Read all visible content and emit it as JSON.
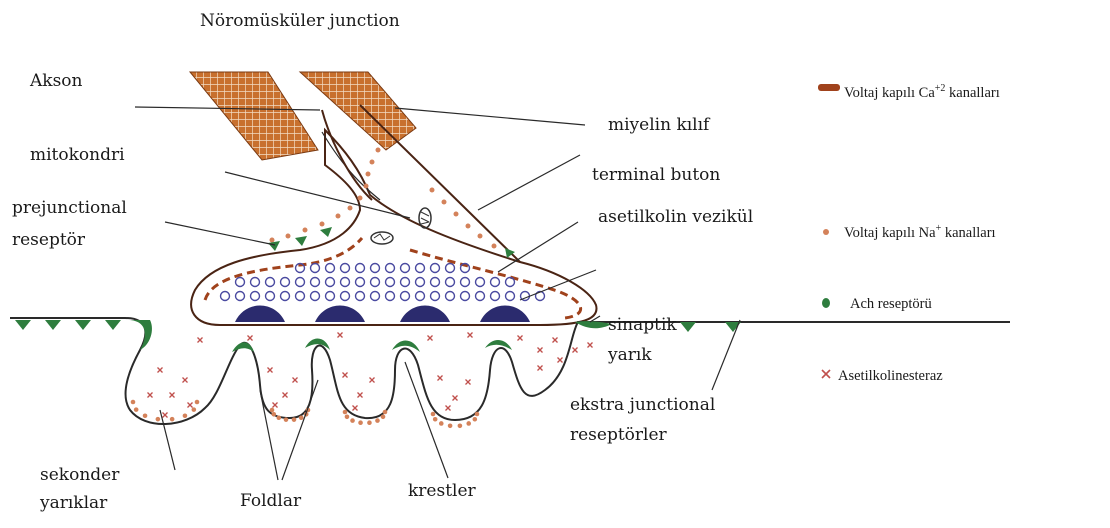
{
  "title": "Nöromüsküler junction",
  "labels": {
    "akson": "Akson",
    "miyelin": "miyelin kılıf",
    "mitokondri": "mitokondri",
    "terminal_buton": "terminal buton",
    "prejunctional_1": "prejunctional",
    "prejunctional_2": "reseptör",
    "asetilkolin_vezikul": "asetilkolin vezikül",
    "sinaptik_1": "sinaptik",
    "sinaptik_2": "yarık",
    "ekstra_1": "ekstra junctional",
    "ekstra_2": "reseptörler",
    "sekonder_1": "sekonder",
    "sekonder_2": "yarıklar",
    "foldlar": "Foldlar",
    "krestler": "krestler"
  },
  "legend": {
    "ca_prefix": "Voltaj kapılı Ca",
    "ca_sup": "+2",
    "ca_suffix": " kanalları",
    "na_prefix": "Voltaj kapılı Na",
    "na_sup": "+",
    "na_suffix": " kanalları",
    "ach": "Ach reseptörü",
    "ache": "Asetilkolinesteraz"
  },
  "colors": {
    "myelin": "#c8702e",
    "ca_channel": "#a0421c",
    "na_channel": "#d4825a",
    "ach_receptor": "#2e7d3e",
    "ache": "#c0504d",
    "vesicle": "#4a4aa0"
  }
}
